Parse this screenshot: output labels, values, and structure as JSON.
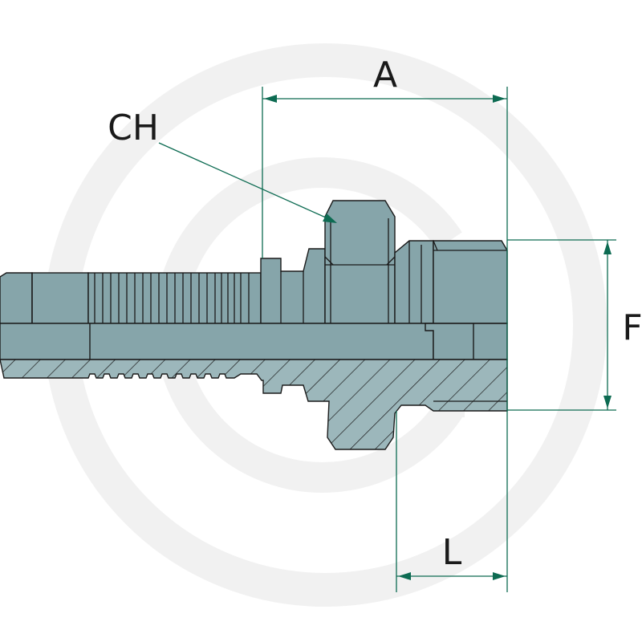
{
  "labels": {
    "a": "A",
    "ch": "CH",
    "f": "F",
    "l": "L"
  },
  "colors": {
    "body_fill": "#86a5aa",
    "section_fill": "#9cb7bb",
    "outline": "#1a1a1a",
    "dimension": "#0d6b52",
    "watermark": "#f1f1f1"
  },
  "icons": {
    "watermark": "brand-watermark-logo"
  }
}
